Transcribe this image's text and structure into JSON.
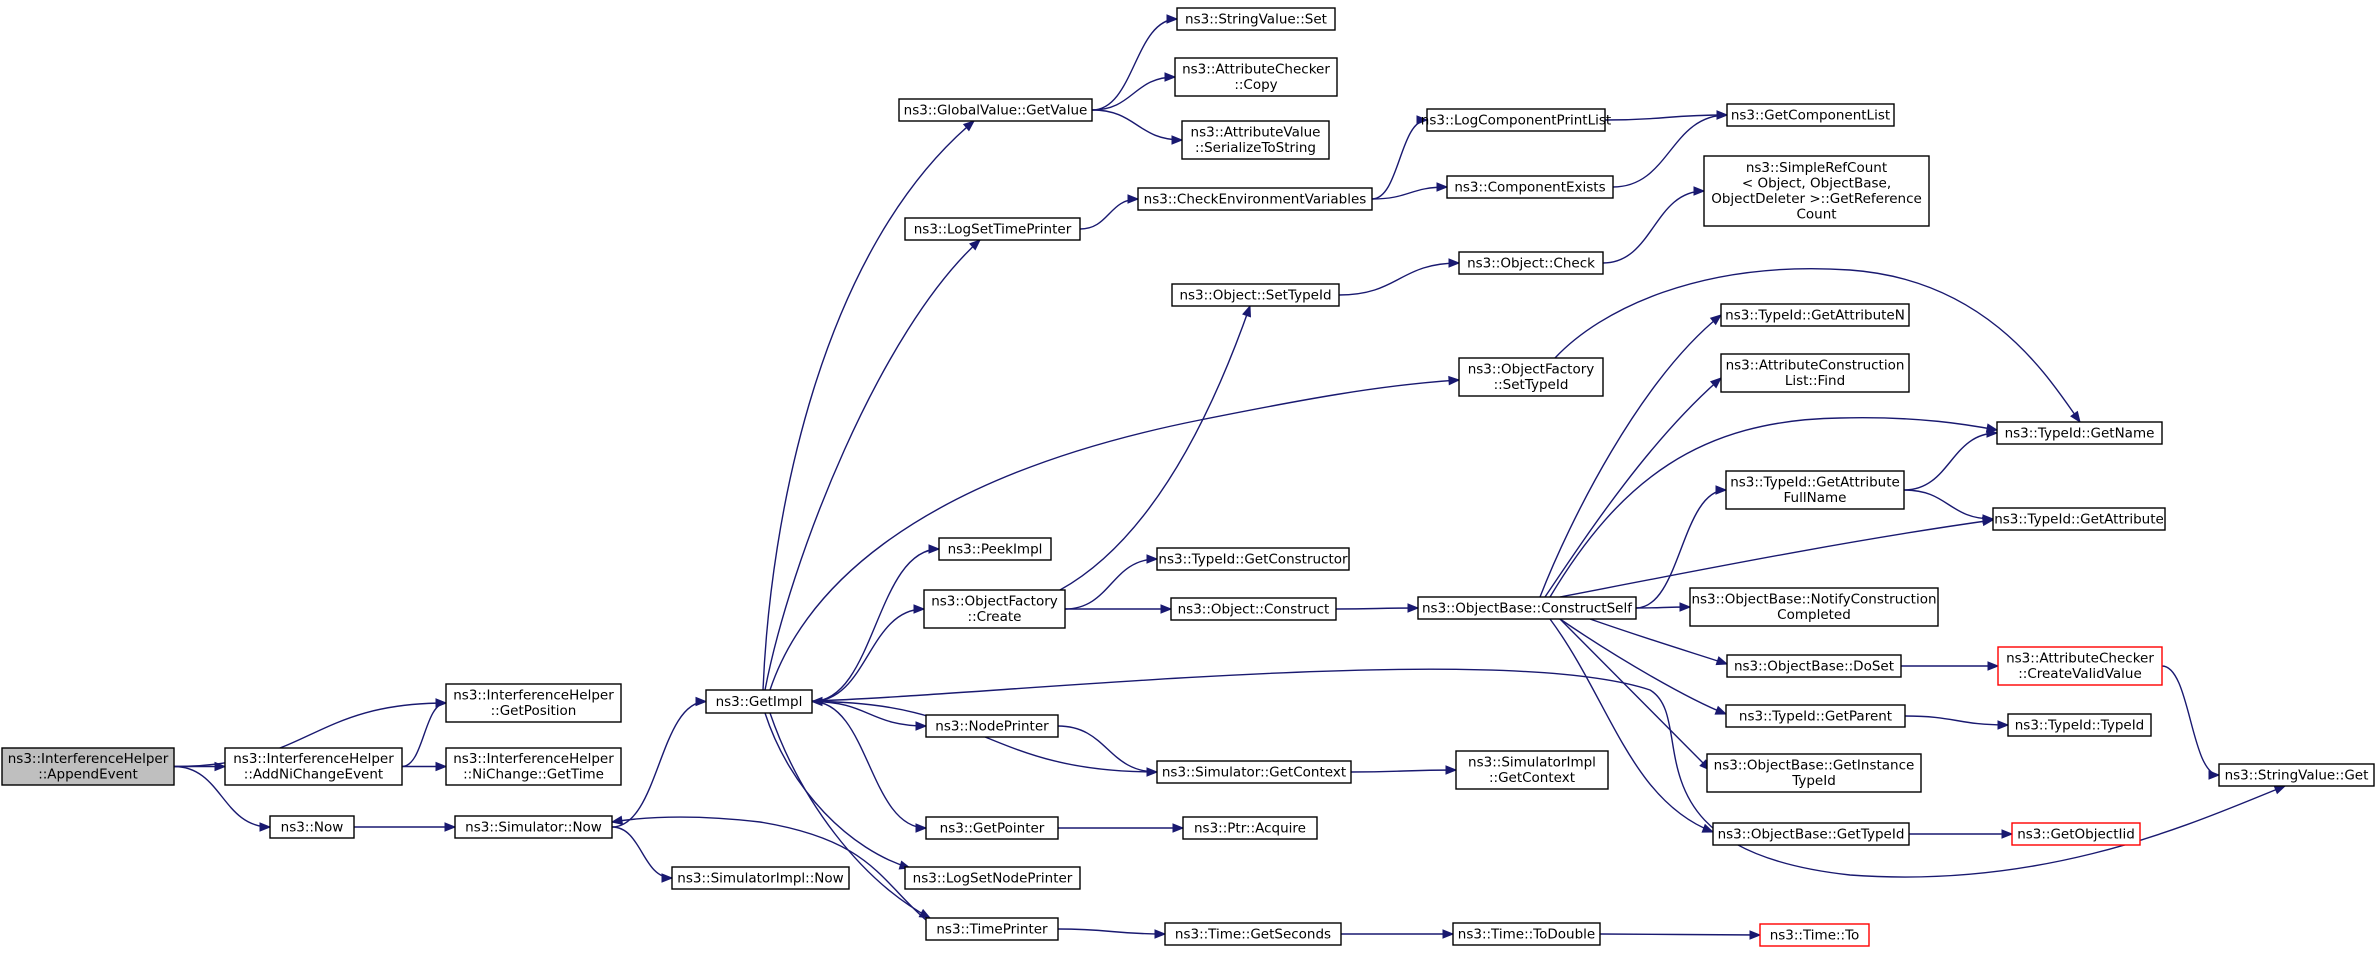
{
  "graph": {
    "nodes": [
      {
        "id": "append_event",
        "lines": [
          "ns3::InterferenceHelper",
          "::AppendEvent"
        ],
        "root": true
      },
      {
        "id": "add_ni_change_event",
        "lines": [
          "ns3::InterferenceHelper",
          "::AddNiChangeEvent"
        ]
      },
      {
        "id": "get_position",
        "lines": [
          "ns3::InterferenceHelper",
          "::GetPosition"
        ]
      },
      {
        "id": "ni_change_get_time",
        "lines": [
          "ns3::InterferenceHelper",
          "::NiChange::GetTime"
        ]
      },
      {
        "id": "now",
        "lines": [
          "ns3::Now"
        ]
      },
      {
        "id": "simulator_now",
        "lines": [
          "ns3::Simulator::Now"
        ]
      },
      {
        "id": "simulator_impl_now",
        "lines": [
          "ns3::SimulatorImpl::Now"
        ]
      },
      {
        "id": "get_impl",
        "lines": [
          "ns3::GetImpl"
        ]
      },
      {
        "id": "global_value_get_value",
        "lines": [
          "ns3::GlobalValue::GetValue"
        ]
      },
      {
        "id": "string_value_set",
        "lines": [
          "ns3::StringValue::Set"
        ]
      },
      {
        "id": "attribute_checker_copy",
        "lines": [
          "ns3::AttributeChecker",
          "::Copy"
        ]
      },
      {
        "id": "attribute_value_serialize",
        "lines": [
          "ns3::AttributeValue",
          "::SerializeToString"
        ]
      },
      {
        "id": "log_set_time_printer",
        "lines": [
          "ns3::LogSetTimePrinter"
        ]
      },
      {
        "id": "check_env_vars",
        "lines": [
          "ns3::CheckEnvironmentVariables"
        ]
      },
      {
        "id": "log_component_print_list",
        "lines": [
          "ns3::LogComponentPrintList"
        ]
      },
      {
        "id": "get_component_list",
        "lines": [
          "ns3::GetComponentList"
        ]
      },
      {
        "id": "component_exists",
        "lines": [
          "ns3::ComponentExists"
        ]
      },
      {
        "id": "simple_ref_count",
        "lines": [
          "ns3::SimpleRefCount",
          "< Object, ObjectBase,",
          "ObjectDeleter >::GetReference",
          "Count"
        ]
      },
      {
        "id": "object_set_type_id",
        "lines": [
          "ns3::Object::SetTypeId"
        ]
      },
      {
        "id": "object_check",
        "lines": [
          "ns3::Object::Check"
        ]
      },
      {
        "id": "object_factory_set_type_id",
        "lines": [
          "ns3::ObjectFactory",
          "::SetTypeId"
        ]
      },
      {
        "id": "type_id_get_attribute_n",
        "lines": [
          "ns3::TypeId::GetAttributeN"
        ]
      },
      {
        "id": "attr_construction_list_find",
        "lines": [
          "ns3::AttributeConstruction",
          "List::Find"
        ]
      },
      {
        "id": "type_id_get_name",
        "lines": [
          "ns3::TypeId::GetName"
        ]
      },
      {
        "id": "type_id_get_attribute_full_name",
        "lines": [
          "ns3::TypeId::GetAttribute",
          "FullName"
        ]
      },
      {
        "id": "type_id_get_attribute",
        "lines": [
          "ns3::TypeId::GetAttribute"
        ]
      },
      {
        "id": "peek_impl",
        "lines": [
          "ns3::PeekImpl"
        ]
      },
      {
        "id": "object_factory_create",
        "lines": [
          "ns3::ObjectFactory",
          "::Create"
        ]
      },
      {
        "id": "type_id_get_constructor",
        "lines": [
          "ns3::TypeId::GetConstructor"
        ]
      },
      {
        "id": "object_construct",
        "lines": [
          "ns3::Object::Construct"
        ]
      },
      {
        "id": "object_base_construct_self",
        "lines": [
          "ns3::ObjectBase::ConstructSelf"
        ]
      },
      {
        "id": "object_base_notify_construction",
        "lines": [
          "ns3::ObjectBase::NotifyConstruction",
          "Completed"
        ]
      },
      {
        "id": "object_base_do_set",
        "lines": [
          "ns3::ObjectBase::DoSet"
        ]
      },
      {
        "id": "attribute_checker_create_valid",
        "lines": [
          "ns3::AttributeChecker",
          "::CreateValidValue"
        ],
        "truncated": true
      },
      {
        "id": "type_id_get_parent",
        "lines": [
          "ns3::TypeId::GetParent"
        ]
      },
      {
        "id": "type_id_type_id",
        "lines": [
          "ns3::TypeId::TypeId"
        ]
      },
      {
        "id": "string_value_get",
        "lines": [
          "ns3::StringValue::Get"
        ]
      },
      {
        "id": "node_printer",
        "lines": [
          "ns3::NodePrinter"
        ]
      },
      {
        "id": "simulator_get_context",
        "lines": [
          "ns3::Simulator::GetContext"
        ]
      },
      {
        "id": "simulator_impl_get_context",
        "lines": [
          "ns3::SimulatorImpl",
          "::GetContext"
        ]
      },
      {
        "id": "object_base_get_instance_type_id",
        "lines": [
          "ns3::ObjectBase::GetInstance",
          "TypeId"
        ]
      },
      {
        "id": "get_pointer",
        "lines": [
          "ns3::GetPointer"
        ]
      },
      {
        "id": "ptr_acquire",
        "lines": [
          "ns3::Ptr::Acquire"
        ]
      },
      {
        "id": "object_base_get_type_id",
        "lines": [
          "ns3::ObjectBase::GetTypeId"
        ]
      },
      {
        "id": "get_object_iid",
        "lines": [
          "ns3::GetObjectIid"
        ],
        "truncated": true
      },
      {
        "id": "log_set_node_printer",
        "lines": [
          "ns3::LogSetNodePrinter"
        ]
      },
      {
        "id": "time_printer",
        "lines": [
          "ns3::TimePrinter"
        ]
      },
      {
        "id": "time_get_seconds",
        "lines": [
          "ns3::Time::GetSeconds"
        ]
      },
      {
        "id": "time_to_double",
        "lines": [
          "ns3::Time::ToDouble"
        ]
      },
      {
        "id": "time_to",
        "lines": [
          "ns3::Time::To"
        ],
        "truncated": true
      }
    ],
    "edges": [
      [
        "append_event",
        "get_position"
      ],
      [
        "append_event",
        "add_ni_change_event"
      ],
      [
        "append_event",
        "now"
      ],
      [
        "add_ni_change_event",
        "get_position"
      ],
      [
        "add_ni_change_event",
        "ni_change_get_time"
      ],
      [
        "now",
        "simulator_now"
      ],
      [
        "simulator_now",
        "get_impl"
      ],
      [
        "simulator_now",
        "simulator_impl_now"
      ],
      [
        "get_impl",
        "global_value_get_value"
      ],
      [
        "get_impl",
        "log_set_time_printer"
      ],
      [
        "get_impl",
        "object_factory_set_type_id"
      ],
      [
        "get_impl",
        "peek_impl"
      ],
      [
        "get_impl",
        "object_factory_create"
      ],
      [
        "get_impl",
        "node_printer"
      ],
      [
        "get_impl",
        "get_pointer"
      ],
      [
        "get_impl",
        "log_set_node_printer"
      ],
      [
        "get_impl",
        "time_printer"
      ],
      [
        "get_impl",
        "string_value_get"
      ],
      [
        "global_value_get_value",
        "string_value_set"
      ],
      [
        "global_value_get_value",
        "attribute_checker_copy"
      ],
      [
        "global_value_get_value",
        "attribute_value_serialize"
      ],
      [
        "log_set_time_printer",
        "check_env_vars"
      ],
      [
        "check_env_vars",
        "log_component_print_list"
      ],
      [
        "check_env_vars",
        "component_exists"
      ],
      [
        "log_component_print_list",
        "get_component_list"
      ],
      [
        "component_exists",
        "get_component_list"
      ],
      [
        "object_set_type_id",
        "object_check"
      ],
      [
        "object_check",
        "simple_ref_count"
      ],
      [
        "object_factory_set_type_id",
        "type_id_get_name"
      ],
      [
        "object_factory_create",
        "object_set_type_id"
      ],
      [
        "object_factory_create",
        "type_id_get_constructor"
      ],
      [
        "object_factory_create",
        "object_construct"
      ],
      [
        "object_construct",
        "object_base_construct_self"
      ],
      [
        "object_base_construct_self",
        "type_id_get_attribute_n"
      ],
      [
        "object_base_construct_self",
        "attr_construction_list_find"
      ],
      [
        "object_base_construct_self",
        "type_id_get_name"
      ],
      [
        "object_base_construct_self",
        "type_id_get_attribute_full_name"
      ],
      [
        "object_base_construct_self",
        "type_id_get_attribute"
      ],
      [
        "object_base_construct_self",
        "object_base_notify_construction"
      ],
      [
        "object_base_construct_self",
        "object_base_do_set"
      ],
      [
        "object_base_construct_self",
        "type_id_get_parent"
      ],
      [
        "object_base_construct_self",
        "object_base_get_instance_type_id"
      ],
      [
        "object_base_construct_self",
        "object_base_get_type_id"
      ],
      [
        "type_id_get_attribute_full_name",
        "type_id_get_name"
      ],
      [
        "type_id_get_attribute_full_name",
        "type_id_get_attribute"
      ],
      [
        "object_base_do_set",
        "attribute_checker_create_valid"
      ],
      [
        "attribute_checker_create_valid",
        "string_value_get"
      ],
      [
        "type_id_get_parent",
        "type_id_type_id"
      ],
      [
        "node_printer",
        "simulator_get_context"
      ],
      [
        "simulator_get_context",
        "get_impl"
      ],
      [
        "simulator_get_context",
        "simulator_impl_get_context"
      ],
      [
        "get_pointer",
        "ptr_acquire"
      ],
      [
        "object_base_get_type_id",
        "get_object_iid"
      ],
      [
        "time_printer",
        "simulator_now"
      ],
      [
        "time_printer",
        "time_get_seconds"
      ],
      [
        "time_get_seconds",
        "time_to_double"
      ],
      [
        "time_to_double",
        "time_to"
      ]
    ]
  }
}
